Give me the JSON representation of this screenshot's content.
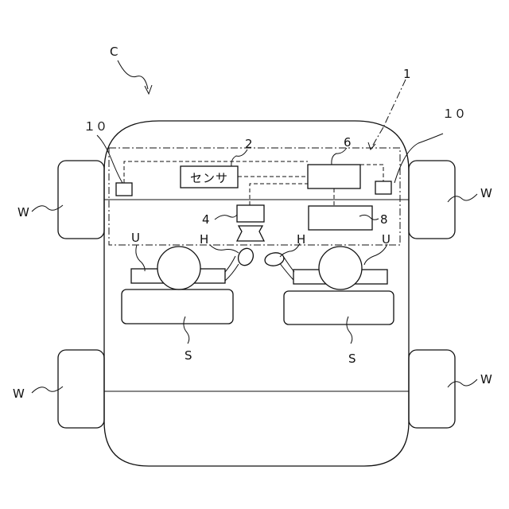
{
  "labels": {
    "vehicle": "C",
    "system": "1",
    "sensor_ref": "2",
    "sensor_text": "センサ",
    "camera_ref": "4",
    "controller_ref": "6",
    "unit_ref": "8",
    "sensor_left_ref": "１０",
    "sensor_right_ref": "１０",
    "wheel_fl": "W",
    "wheel_fr": "W",
    "wheel_rl": "W",
    "wheel_rr": "W",
    "hand_left": "H",
    "hand_right": "H",
    "occupant_left": "U",
    "occupant_right": "U",
    "seat_left": "S",
    "seat_right": "S"
  }
}
